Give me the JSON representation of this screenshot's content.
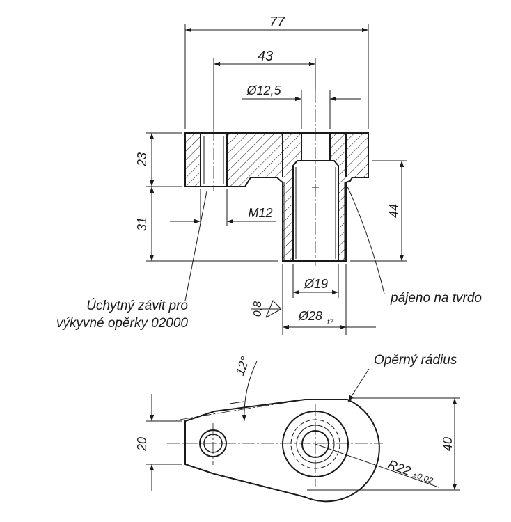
{
  "dimensions": {
    "overall_width": "77",
    "hole_spacing": "43",
    "bore_diameter": "Ø12,5",
    "body_height": "23",
    "lower_height": "31",
    "thread": "M12",
    "total_height": "44",
    "inner_diameter": "Ø19",
    "outer_diameter_main": "Ø28",
    "outer_diameter_sub": "f7",
    "surface_roughness": "0,8",
    "angle": "12°",
    "plan_height": "20",
    "plan_total": "40",
    "radius_main": "R22",
    "radius_tol": "±0,02"
  },
  "notes": {
    "mounting_thread_line1": "Úchytný závit pro",
    "mounting_thread_line2": "výkyvné opěrky 02000",
    "brazed": "pájeno na tvrdo",
    "support_radius": "Opěrný rádius"
  }
}
